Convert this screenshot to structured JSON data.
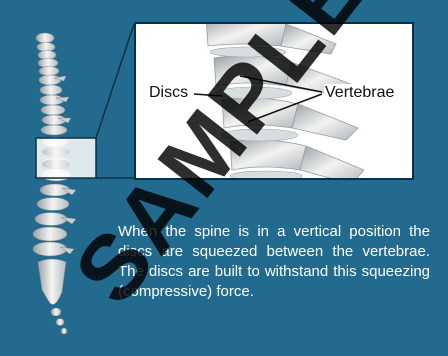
{
  "figure": {
    "labels": {
      "discs": "Discs",
      "vertebrae": "Vertebrae"
    },
    "caption": "When the spine is in a vertical position the discs are squeezed between the vertebrae. The discs are built to withstand this squeezing (compressive) force.",
    "watermark_text": "SAMPLE"
  },
  "colors": {
    "background": "#236b8e",
    "inset_border": "#0d2f44",
    "text": "#ffffff",
    "watermark": "#000000"
  }
}
